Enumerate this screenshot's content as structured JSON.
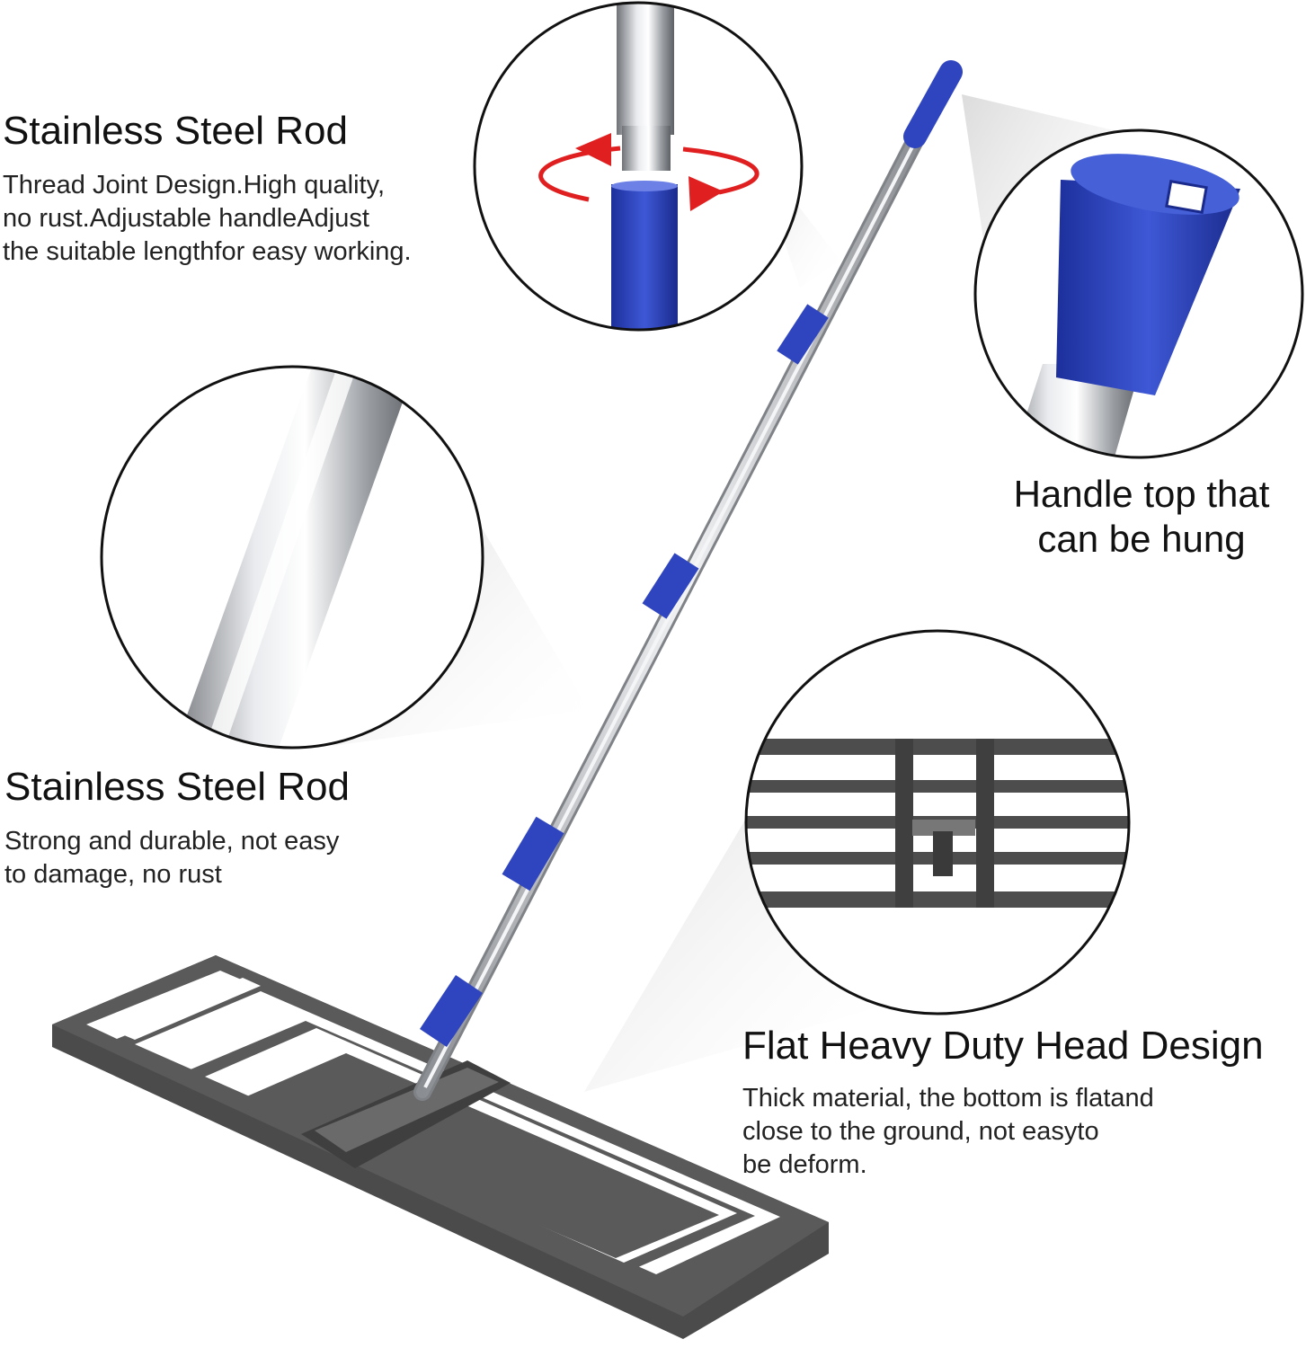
{
  "features": [
    {
      "title": "Stainless Steel Rod",
      "lines": [
        "Thread Joint Design.High quality,",
        "no rust.Adjustable handleAdjust",
        "the suitable lengthfor easy working."
      ]
    },
    {
      "title": "Stainless Steel Rod",
      "lines": [
        "Strong and durable, not easy",
        "to damage, no rust"
      ]
    },
    {
      "title": "Flat Heavy Duty Head Design",
      "lines": [
        "Thick material, the bottom is flatand",
        "close to the ground, not easyto",
        "be deform."
      ]
    },
    {
      "title_lines": [
        "Handle top that",
        "can be hung"
      ]
    }
  ],
  "colors": {
    "accent_blue": "#2f45c0",
    "steel": "#b9bcc0",
    "frame": "#4d4d4d",
    "arrow_red": "#e02020"
  },
  "icons": [
    "rotate-arrows-icon"
  ]
}
